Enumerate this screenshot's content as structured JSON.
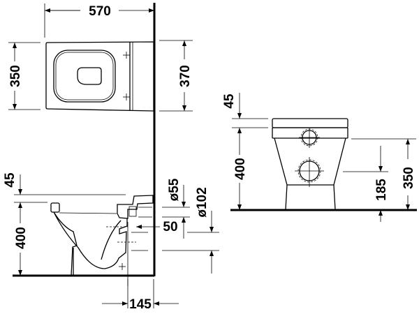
{
  "top_view": {
    "width": "570",
    "depth_left": "350",
    "depth_right": "370"
  },
  "side_view": {
    "seat_height": "45",
    "bowl_height": "400",
    "inlet_diameter": "ø55",
    "outlet_diameter": "ø102",
    "inlet_offset": "50",
    "outlet_distance": "145"
  },
  "front_view": {
    "seat_height": "45",
    "bowl_height": "400",
    "outlet_height": "185",
    "inlet_height": "350"
  }
}
